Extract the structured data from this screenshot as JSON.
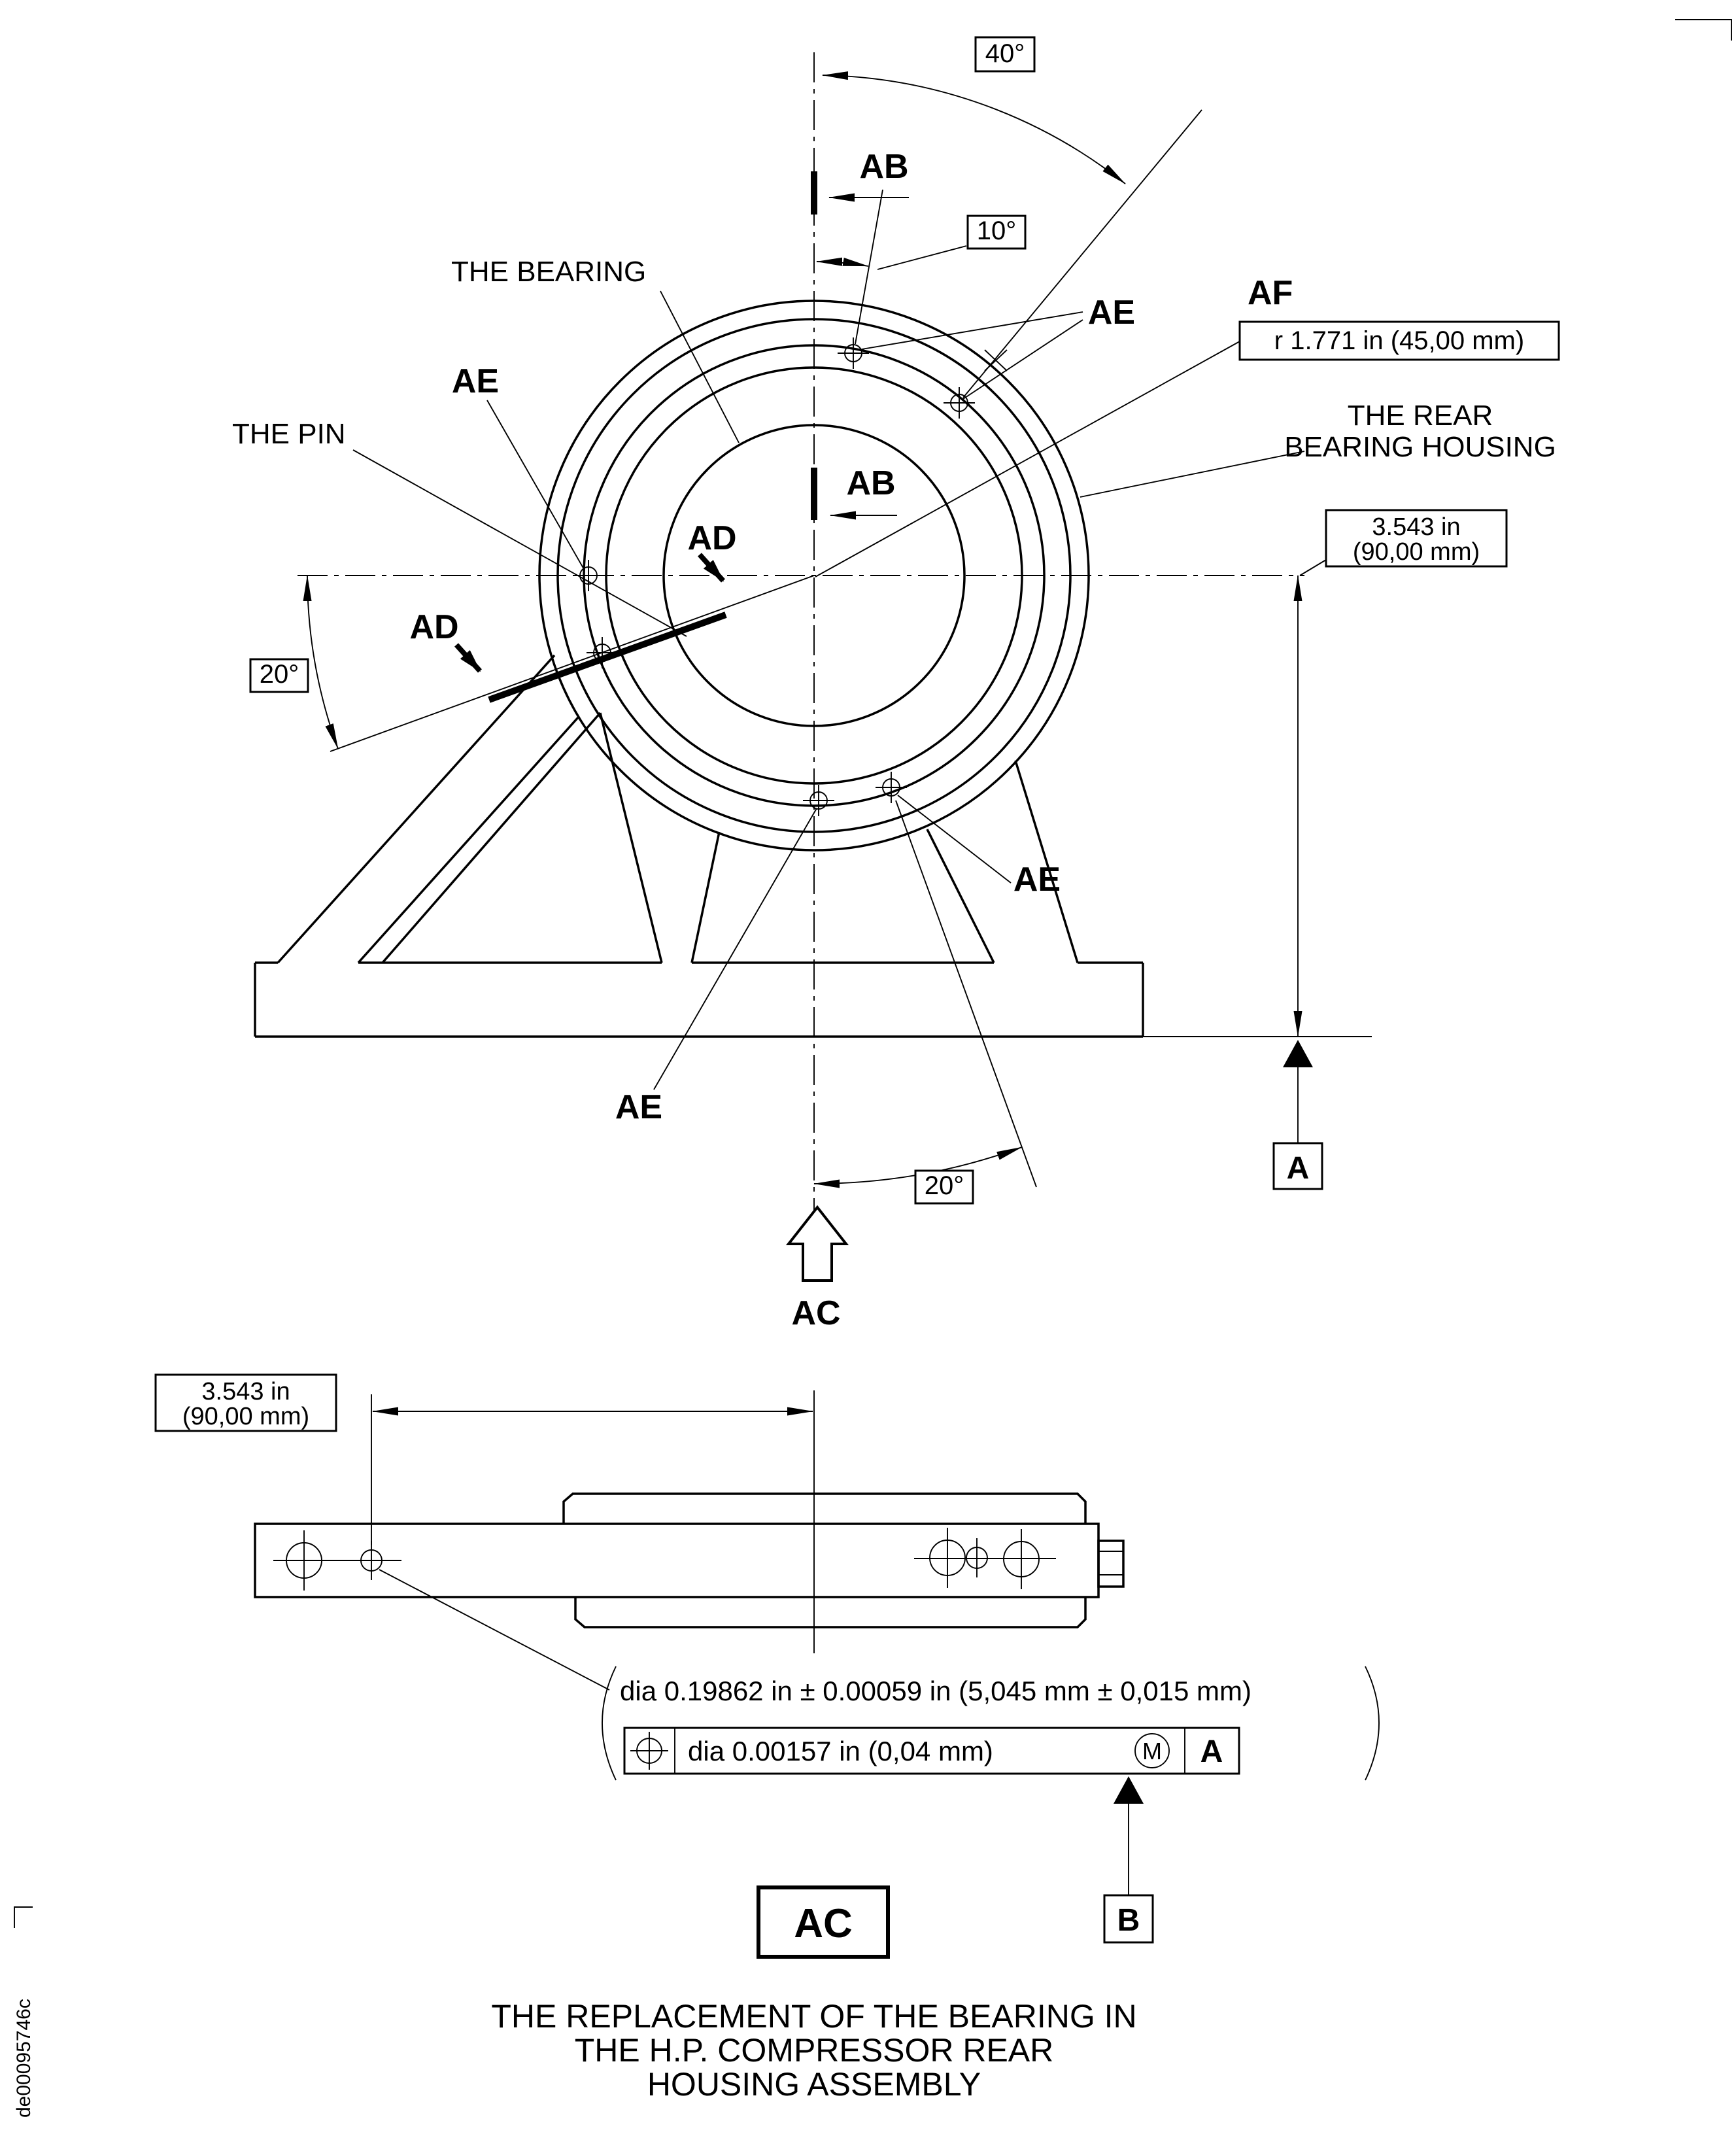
{
  "drawing_number": "de00095746c",
  "colors": {
    "ink": "#000000",
    "background": "#ffffff"
  },
  "title": {
    "line1": "THE REPLACEMENT OF THE BEARING IN",
    "line2": "THE H.P. COMPRESSOR REAR",
    "line3": "HOUSING ASSEMBLY"
  },
  "part_labels": {
    "bearing": "THE BEARING",
    "pin": "THE PIN",
    "rear_housing_line1": "THE REAR",
    "rear_housing_line2": "BEARING HOUSING"
  },
  "item_callouts": {
    "ab": "AB",
    "ac": "AC",
    "ad": "AD",
    "ae": "AE",
    "af": "AF"
  },
  "datums": {
    "a": "A",
    "b": "B"
  },
  "angles": {
    "a40": "40°",
    "a10": "10°",
    "a20": "20°"
  },
  "dims": {
    "radius_in": "r 1.771 in (45,00 mm)",
    "height_in": "3.543 in",
    "height_mm": "(90,00 mm)",
    "pin_dia": "dia 0.19862 in ± 0.00059 in (5,045 mm ± 0,015 mm)",
    "true_position": "dia 0.00157 in (0,04 mm)",
    "material_modifier": "M",
    "position_datum": "A"
  }
}
